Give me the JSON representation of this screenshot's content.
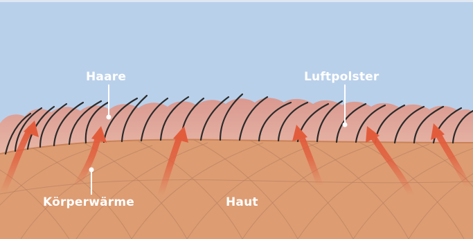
{
  "labels": {
    "hair": "Haare",
    "air_cushion": "Luftpolster",
    "body_heat": "Körperwärme",
    "skin": "Haut"
  },
  "colors": {
    "sky": "#b9d0ea",
    "skin": "#dd9c72",
    "skin_pattern": "#b07b5d",
    "air_cushion": "#e59c86",
    "hair": "#2b2b2b",
    "heat_arrow": "#e25c3c",
    "label": "#ffffff"
  }
}
